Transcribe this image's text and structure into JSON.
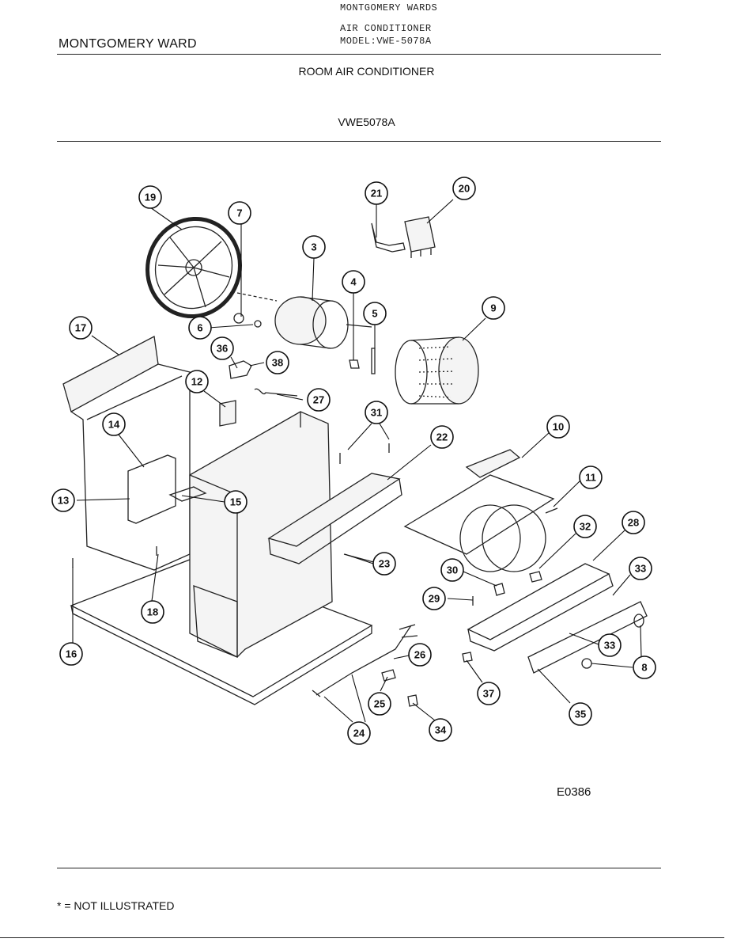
{
  "header": {
    "typed_line1": "MONTGOMERY WARDS",
    "typed_line2": "AIR CONDITIONER",
    "typed_line3": "MODEL:VWE-5078A",
    "brand": "MONTGOMERY WARD"
  },
  "title": "ROOM AIR CONDITIONER",
  "model": "VWE5078A",
  "diagram_code": "E0386",
  "footnote": "* = NOT ILLUSTRATED",
  "callouts": [
    "19",
    "7",
    "3",
    "21",
    "20",
    "4",
    "5",
    "9",
    "6",
    "36",
    "38",
    "17",
    "12",
    "27",
    "31",
    "22",
    "10",
    "11",
    "14",
    "13",
    "15",
    "28",
    "32",
    "33",
    "23",
    "30",
    "29",
    "33",
    "18",
    "16",
    "26",
    "8",
    "37",
    "25",
    "35",
    "24",
    "34"
  ]
}
